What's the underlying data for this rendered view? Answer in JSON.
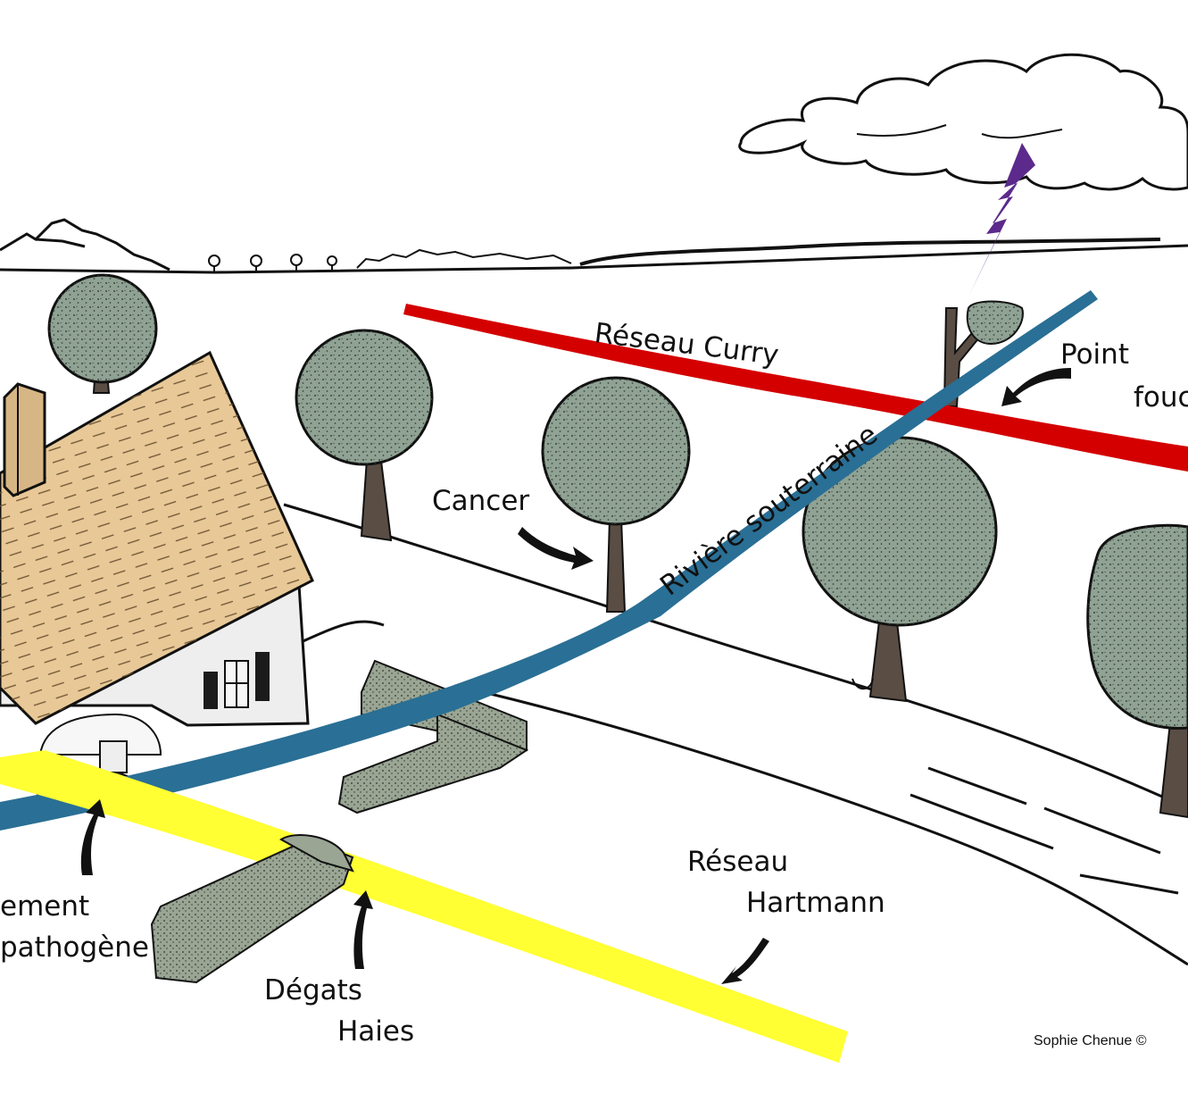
{
  "labels": {
    "curry": "Réseau Curry",
    "point_line1": "Point",
    "point_line2": "fouc",
    "cancer": "Cancer",
    "riviere": "Rivière souterraine",
    "hartmann_line1": "Réseau",
    "hartmann_line2": "Hartmann",
    "emplacement_line1": "ement",
    "emplacement_line2": "pathogène",
    "degats_line1": "Dégats",
    "degats_line2": "Haies",
    "credit": "Sophie Chenue ©"
  },
  "colors": {
    "curry_line": "#d40000",
    "hartmann_line": "#ffff33",
    "underground_river": "#2a6f95",
    "lightning": "#5b2a8c",
    "tree_foliage": "#8fa294",
    "roof": "#e8c896",
    "hedge": "#9aa594",
    "house_wall": "#eeeeee"
  },
  "icons": [
    "house-icon",
    "tree-icon",
    "cloud-icon",
    "lightning-icon",
    "mountain-icon",
    "hedge-icon",
    "bed-icon",
    "arrow-icon"
  ]
}
